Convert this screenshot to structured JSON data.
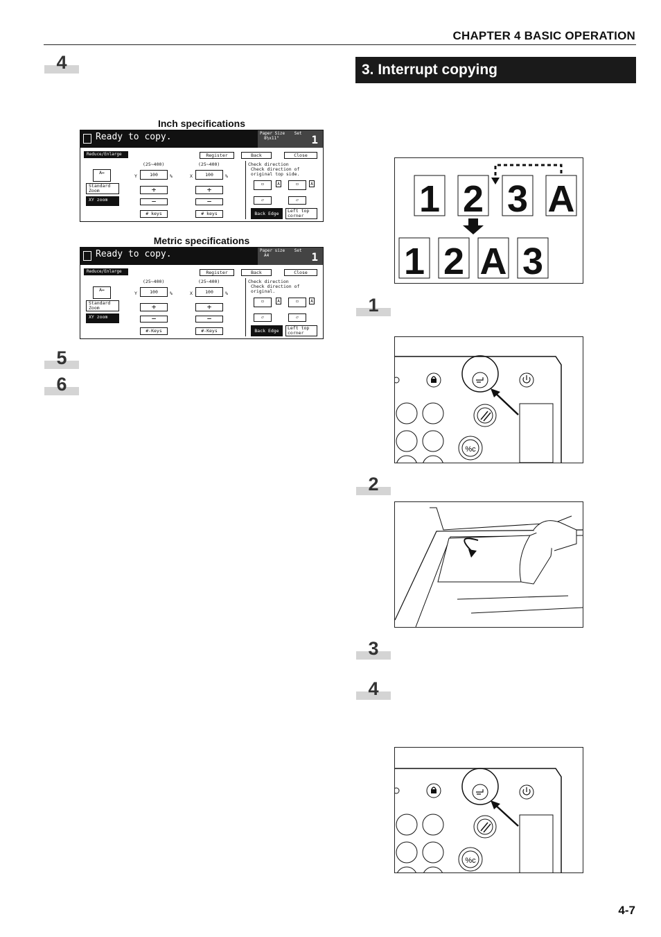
{
  "header": {
    "chapter": "CHAPTER 4  BASIC OPERATION"
  },
  "left_steps": [
    "4",
    "5",
    "6"
  ],
  "section": {
    "title": "3. Interrupt copying"
  },
  "right_steps": [
    "1",
    "2",
    "3",
    "4"
  ],
  "captions": {
    "inch": "Inch specifications",
    "metric": "Metric specifications"
  },
  "screens": {
    "inch": {
      "message": "Ready to copy.",
      "paper_label": "Paper Size",
      "paper_value": "8½x11\"",
      "set_label": "Set",
      "count": "1",
      "tab": "Reduce/Enlarge",
      "register": "Register",
      "back": "Back",
      "close": "Close",
      "range_y": "(25~400)",
      "range_x": "(25~400)",
      "y_label": "Y",
      "x_label": "X",
      "y_value": "100",
      "x_value": "100",
      "percent": "%",
      "std_zoom": "Standard Zoom",
      "xy_zoom": "XY zoom",
      "keys_left": "# keys",
      "keys_right": "# keys",
      "check_title": "Check direction",
      "check_text": "Check direction of original top side.",
      "back_edge": "Back Edge",
      "left_top": "Left top corner"
    },
    "metric": {
      "message": "Ready to copy.",
      "paper_label": "Paper size",
      "paper_value": "A4",
      "set_label": "Set",
      "count": "1",
      "tab": "Reduce/Enlarge",
      "register": "Register",
      "back": "Back",
      "close": "Close",
      "range_y": "(25~400)",
      "range_x": "(25~400)",
      "y_label": "Y",
      "x_label": "X",
      "y_value": "100",
      "x_value": "100",
      "percent": "%",
      "std_zoom": "Standard Zoom",
      "xy_zoom": "XY zoom",
      "keys_left": "#-Keys",
      "keys_right": "#-Keys",
      "check_title": "Check direction",
      "check_text": "Check direction of original.",
      "back_edge": "Back Edge",
      "left_top": "Left top corner"
    }
  },
  "sequence": {
    "top": [
      "1",
      "2",
      "3",
      "A"
    ],
    "bottom": [
      "1",
      "2",
      "A",
      "3"
    ]
  },
  "page_number": "4-7"
}
